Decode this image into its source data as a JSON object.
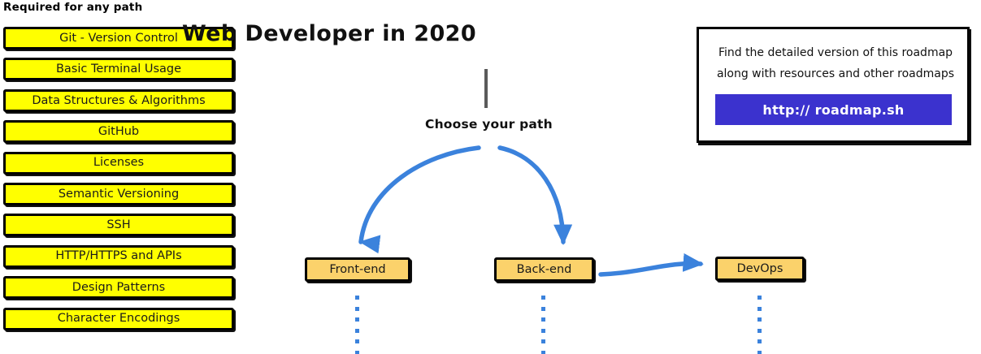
{
  "colors": {
    "required_box_fill": "#ffff00",
    "path_box_fill": "#fbd26b",
    "arrow_blue": "#3b82dc",
    "button_purple": "#3b32ce",
    "stem_gray": "#5a5a5a",
    "outline_black": "#000000",
    "background": "#ffffff"
  },
  "required_section": {
    "heading": "Required for any path",
    "items": [
      {
        "label": "Git - Version Control"
      },
      {
        "label": "Basic Terminal Usage"
      },
      {
        "label": "Data Structures & Algorithms"
      },
      {
        "label": "GitHub"
      },
      {
        "label": "Licenses"
      },
      {
        "label": "Semantic Versioning"
      },
      {
        "label": "SSH"
      },
      {
        "label": "HTTP/HTTPS and APIs"
      },
      {
        "label": "Design Patterns"
      },
      {
        "label": "Character Encodings"
      }
    ]
  },
  "center": {
    "title": "Web Developer in 2020",
    "choose_path_label": "Choose your path"
  },
  "paths": [
    {
      "id": "frontend",
      "label": "Front-end"
    },
    {
      "id": "backend",
      "label": "Back-end"
    },
    {
      "id": "devops",
      "label": "DevOps"
    }
  ],
  "info_card": {
    "line1": "Find the detailed version of this roadmap",
    "line2": "along with resources and other roadmaps",
    "button_label": "http:// roadmap.sh"
  },
  "dot_counts": {
    "frontend": 6,
    "backend": 6,
    "devops": 6
  }
}
